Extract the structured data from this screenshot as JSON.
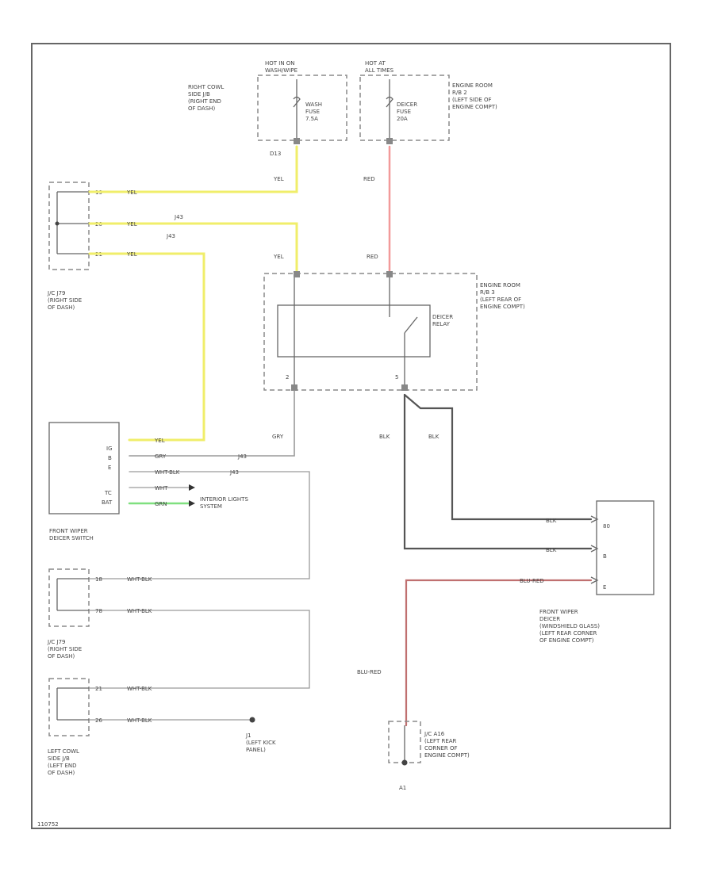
{
  "fuse_boxes": {
    "hot_ig": {
      "header": "HOT IN ON\nWASH/WIPE",
      "fuse": "WASH\nFUSE\n7.5A",
      "location": "RIGHT COWL\nSIDE J/B\n(RIGHT END\nOF DASH)",
      "pin": "D13"
    },
    "hot_all": {
      "header": "HOT AT\nALL TIMES",
      "fuse": "DEICER\nFUSE\n20A",
      "location": "ENGINE ROOM\nR/B 2\n(LEFT SIDE OF\nENGINE COMPT)"
    }
  },
  "relay": {
    "name": "DEICER\nRELAY",
    "location": "ENGINE ROOM\nR/B 3\n(LEFT REAR OF\nENGINE COMPT)",
    "pin_left": "2",
    "pin_right": "5"
  },
  "junctions": {
    "jc_top": {
      "name": "J/C J79\n(RIGHT SIDE\nOF DASH)",
      "pins": [
        "19",
        "20",
        "21"
      ]
    },
    "j43": "J43",
    "jc_mid": {
      "name": "J/C J79\n(RIGHT SIDE\nOF DASH)",
      "pins": [
        "18",
        "78"
      ]
    },
    "left_cowl": {
      "name": "LEFT COWL\nSIDE J/B\n(LEFT END\nOF DASH)",
      "pins": [
        "21",
        "26"
      ]
    },
    "j1": "J1\n(LEFT KICK\nPANEL)",
    "jc_a16": "J/C A16\n(LEFT REAR\nCORNER OF\nENGINE COMPT)",
    "a1": "A1"
  },
  "switch": {
    "name": "FRONT WIPER\nDEICER SWITCH",
    "pins": [
      "IG",
      "B",
      "E",
      "TC",
      "BAT"
    ],
    "j43_label": "J43",
    "j43_label2": "J43"
  },
  "deicer": {
    "name": "FRONT WIPER\nDEICER\n(WINDSHIELD GLASS)\n(LEFT REAR CORNER\nOF ENGINE COMPT)",
    "pins": [
      "80",
      "B",
      "E"
    ]
  },
  "wires": {
    "yel": "YEL",
    "red": "RED",
    "gry": "GRY",
    "blk": "BLK",
    "wht_blk": "WHT-BLK",
    "wht": "WHT",
    "grn": "GRN",
    "blu_red": "BLU-RED"
  },
  "interior_light": "INTERIOR LIGHTS\nSYSTEM",
  "footer": "110752",
  "colors": {
    "yel": "#f0ee6a",
    "red": "#f29a9a",
    "grn": "#7fe07f",
    "blu_red": "#c07070",
    "blk": "#555555"
  }
}
